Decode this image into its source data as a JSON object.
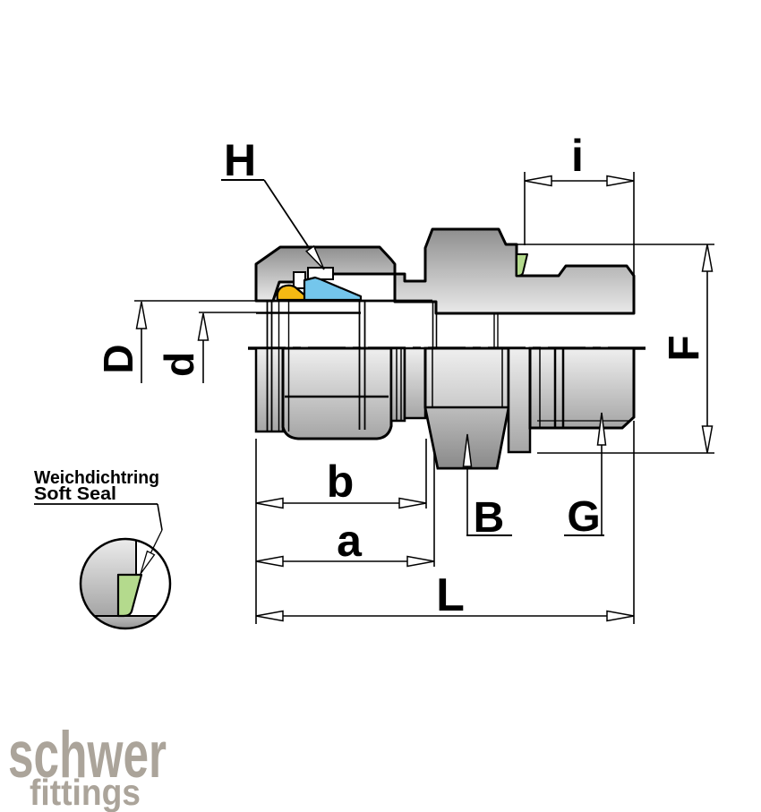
{
  "labels": {
    "h": "H",
    "i": "i",
    "d_outer": "D",
    "d_inner": "d",
    "f": "F",
    "b": "b",
    "a": "a",
    "l": "L",
    "b_hex": "B",
    "g_thread": "G"
  },
  "callout": {
    "title_de": "Weichdichtring",
    "title_en": "Soft Seal"
  },
  "logo": {
    "word1": "schwer",
    "word2": "fittings",
    "color": "#aba49a"
  },
  "colors": {
    "seal_green": "#b4da8d",
    "ring_yellow": "#f4b913",
    "ring_blue": "#74c6ec",
    "outline": "#000000"
  }
}
